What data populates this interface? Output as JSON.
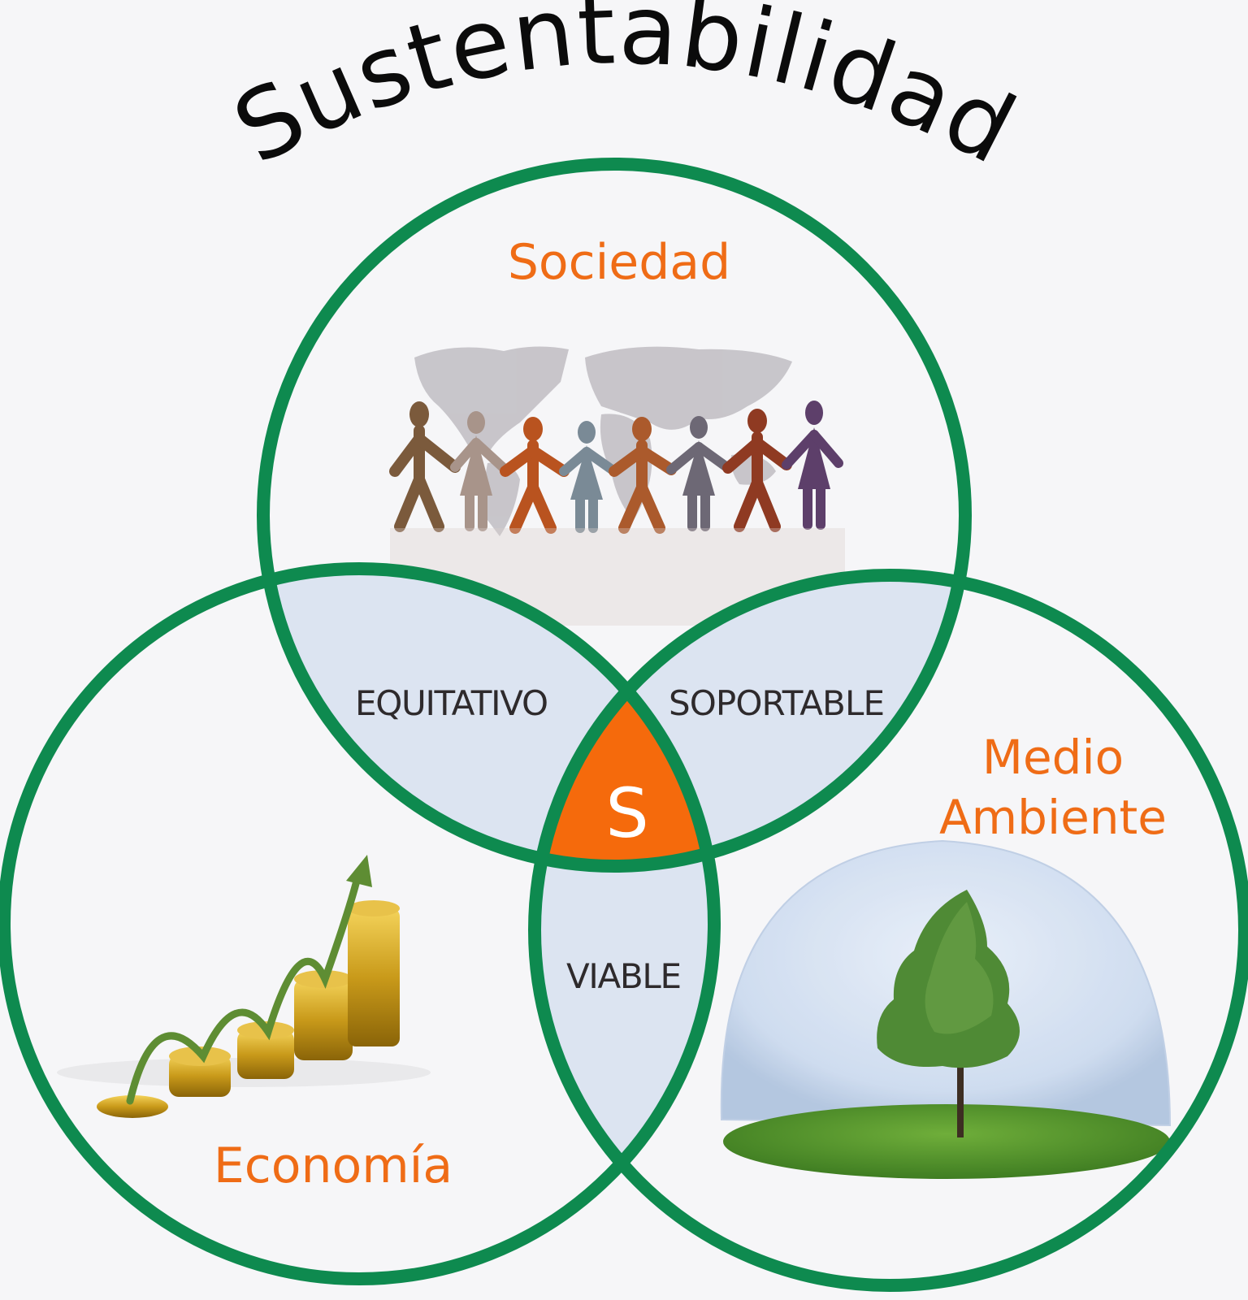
{
  "title": "Sustentabilidad",
  "circles": {
    "society": {
      "label": "Sociedad",
      "image": "people-holding-hands-world-map"
    },
    "economy": {
      "label": "Economía",
      "image": "growing-coin-stacks-arrow"
    },
    "environment": {
      "label_line1": "Medio",
      "label_line2": "Ambiente",
      "image": "tree-under-glass-dome"
    }
  },
  "overlaps": {
    "society_economy": "EQUITATIVO",
    "society_environment": "SOPORTABLE",
    "economy_environment": "VIABLE",
    "center": "S"
  },
  "colors": {
    "circle_stroke": "#0e8a4f",
    "overlap_fill": "#dce4f1",
    "center_fill": "#f56a0c",
    "label_orange": "#ef6c16",
    "background": "#f6f6f8"
  }
}
